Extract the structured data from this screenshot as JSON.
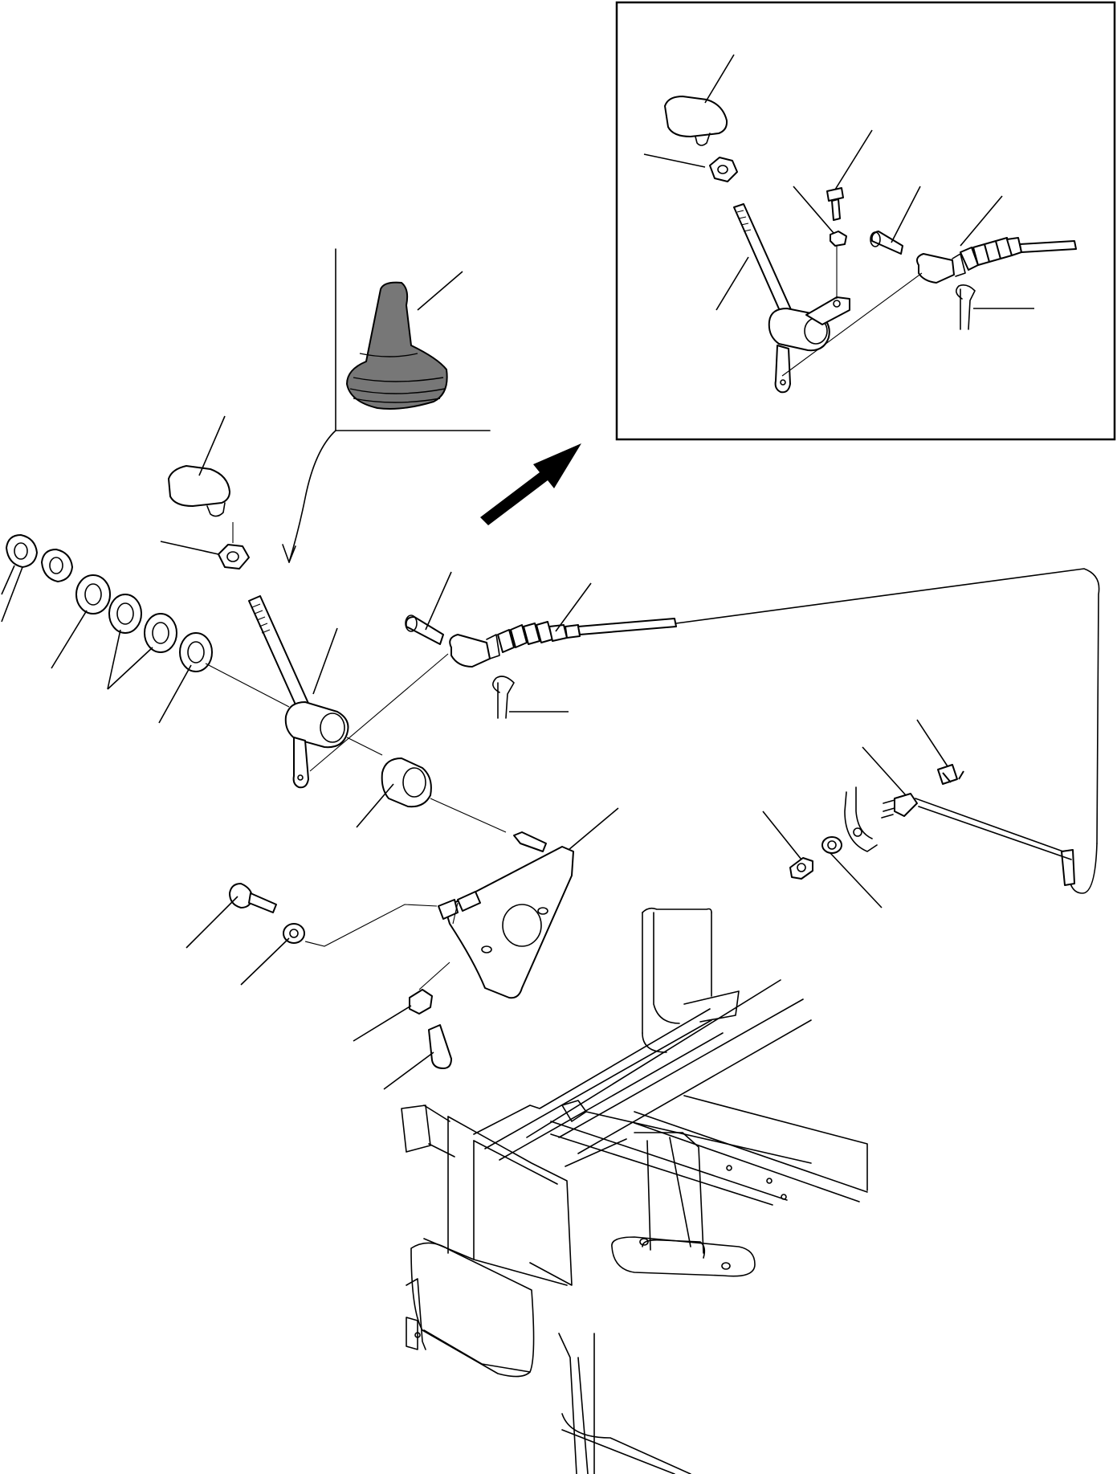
{
  "diagram": {
    "type": "exploded-parts-drawing",
    "description_visible_text": [],
    "parts": [
      {
        "name": "gear-lever-knob"
      },
      {
        "name": "lock-nut"
      },
      {
        "name": "gear-lever"
      },
      {
        "name": "rubber-boot"
      },
      {
        "name": "pivot-bushing"
      },
      {
        "name": "mounting-bracket"
      },
      {
        "name": "clevis-pin"
      },
      {
        "name": "control-cable"
      },
      {
        "name": "split-pin"
      },
      {
        "name": "washers-and-nuts"
      },
      {
        "name": "bolts"
      },
      {
        "name": "cable-end-fitting"
      }
    ],
    "inset": {
      "name": "alternative-lever-detail"
    },
    "arrow": {
      "name": "direction-arrow-to-inset"
    }
  }
}
